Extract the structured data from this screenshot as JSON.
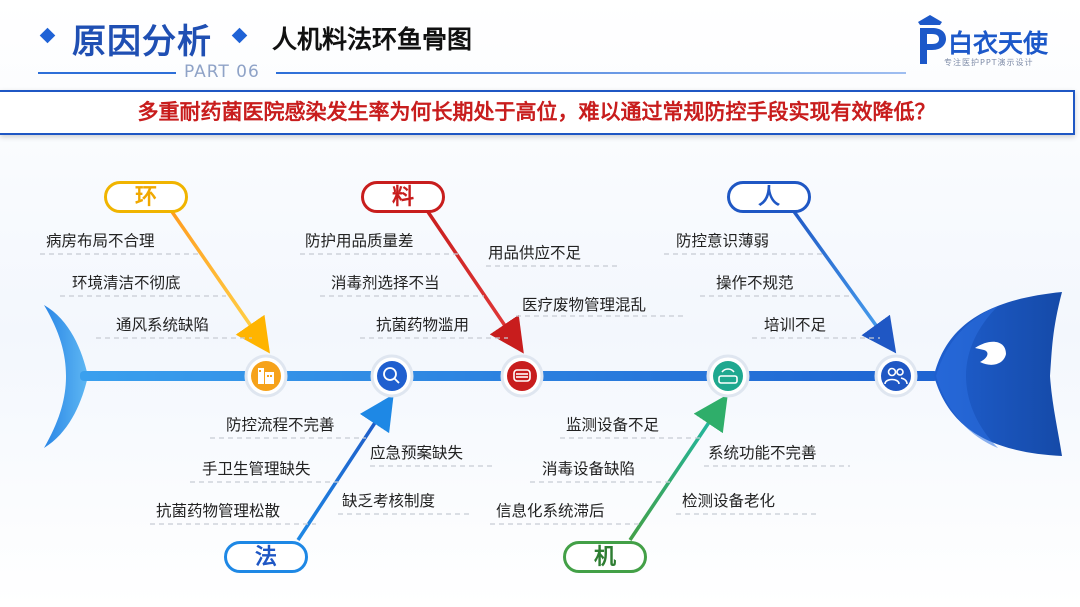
{
  "header": {
    "title": "原因分析",
    "subtitle": "人机料法环鱼骨图",
    "part": "PART 06"
  },
  "brand": {
    "logo_letter": "P",
    "name": "白衣天使",
    "slogan": "专注医护PPT演示设计"
  },
  "question": "多重耐药菌医院感染发生率为何长期处于高位，难以通过常规防控手段实现有效降低？",
  "colors": {
    "accent": "#1f62d6",
    "question_text": "#c81d1d",
    "env": "#f0b400",
    "material": "#c81d1d",
    "people": "#1f57c4",
    "method": "#1e88e5",
    "machine": "#43a047"
  },
  "categories": {
    "env": {
      "label": "环",
      "icon": "building-icon",
      "causes": [
        "病房布局不合理",
        "环境清洁不彻底",
        "通风系统缺陷"
      ]
    },
    "material": {
      "label": "料",
      "icon": "mask-icon",
      "causes": [
        "防护用品质量差",
        "用品供应不足",
        "消毒剂选择不当",
        "医疗废物管理混乱",
        "抗菌药物滥用"
      ]
    },
    "people": {
      "label": "人",
      "icon": "people-icon",
      "causes": [
        "防控意识薄弱",
        "操作不规范",
        "培训不足"
      ]
    },
    "method": {
      "label": "法",
      "icon": "magnifier-icon",
      "causes": [
        "防控流程不完善",
        "应急预案缺失",
        "手卫生管理缺失",
        "缺乏考核制度",
        "抗菌药物管理松散"
      ]
    },
    "machine": {
      "label": "机",
      "icon": "router-icon",
      "causes": [
        "监测设备不足",
        "系统功能不完善",
        "消毒设备缺陷",
        "检测设备老化",
        "信息化系统滞后"
      ]
    }
  }
}
